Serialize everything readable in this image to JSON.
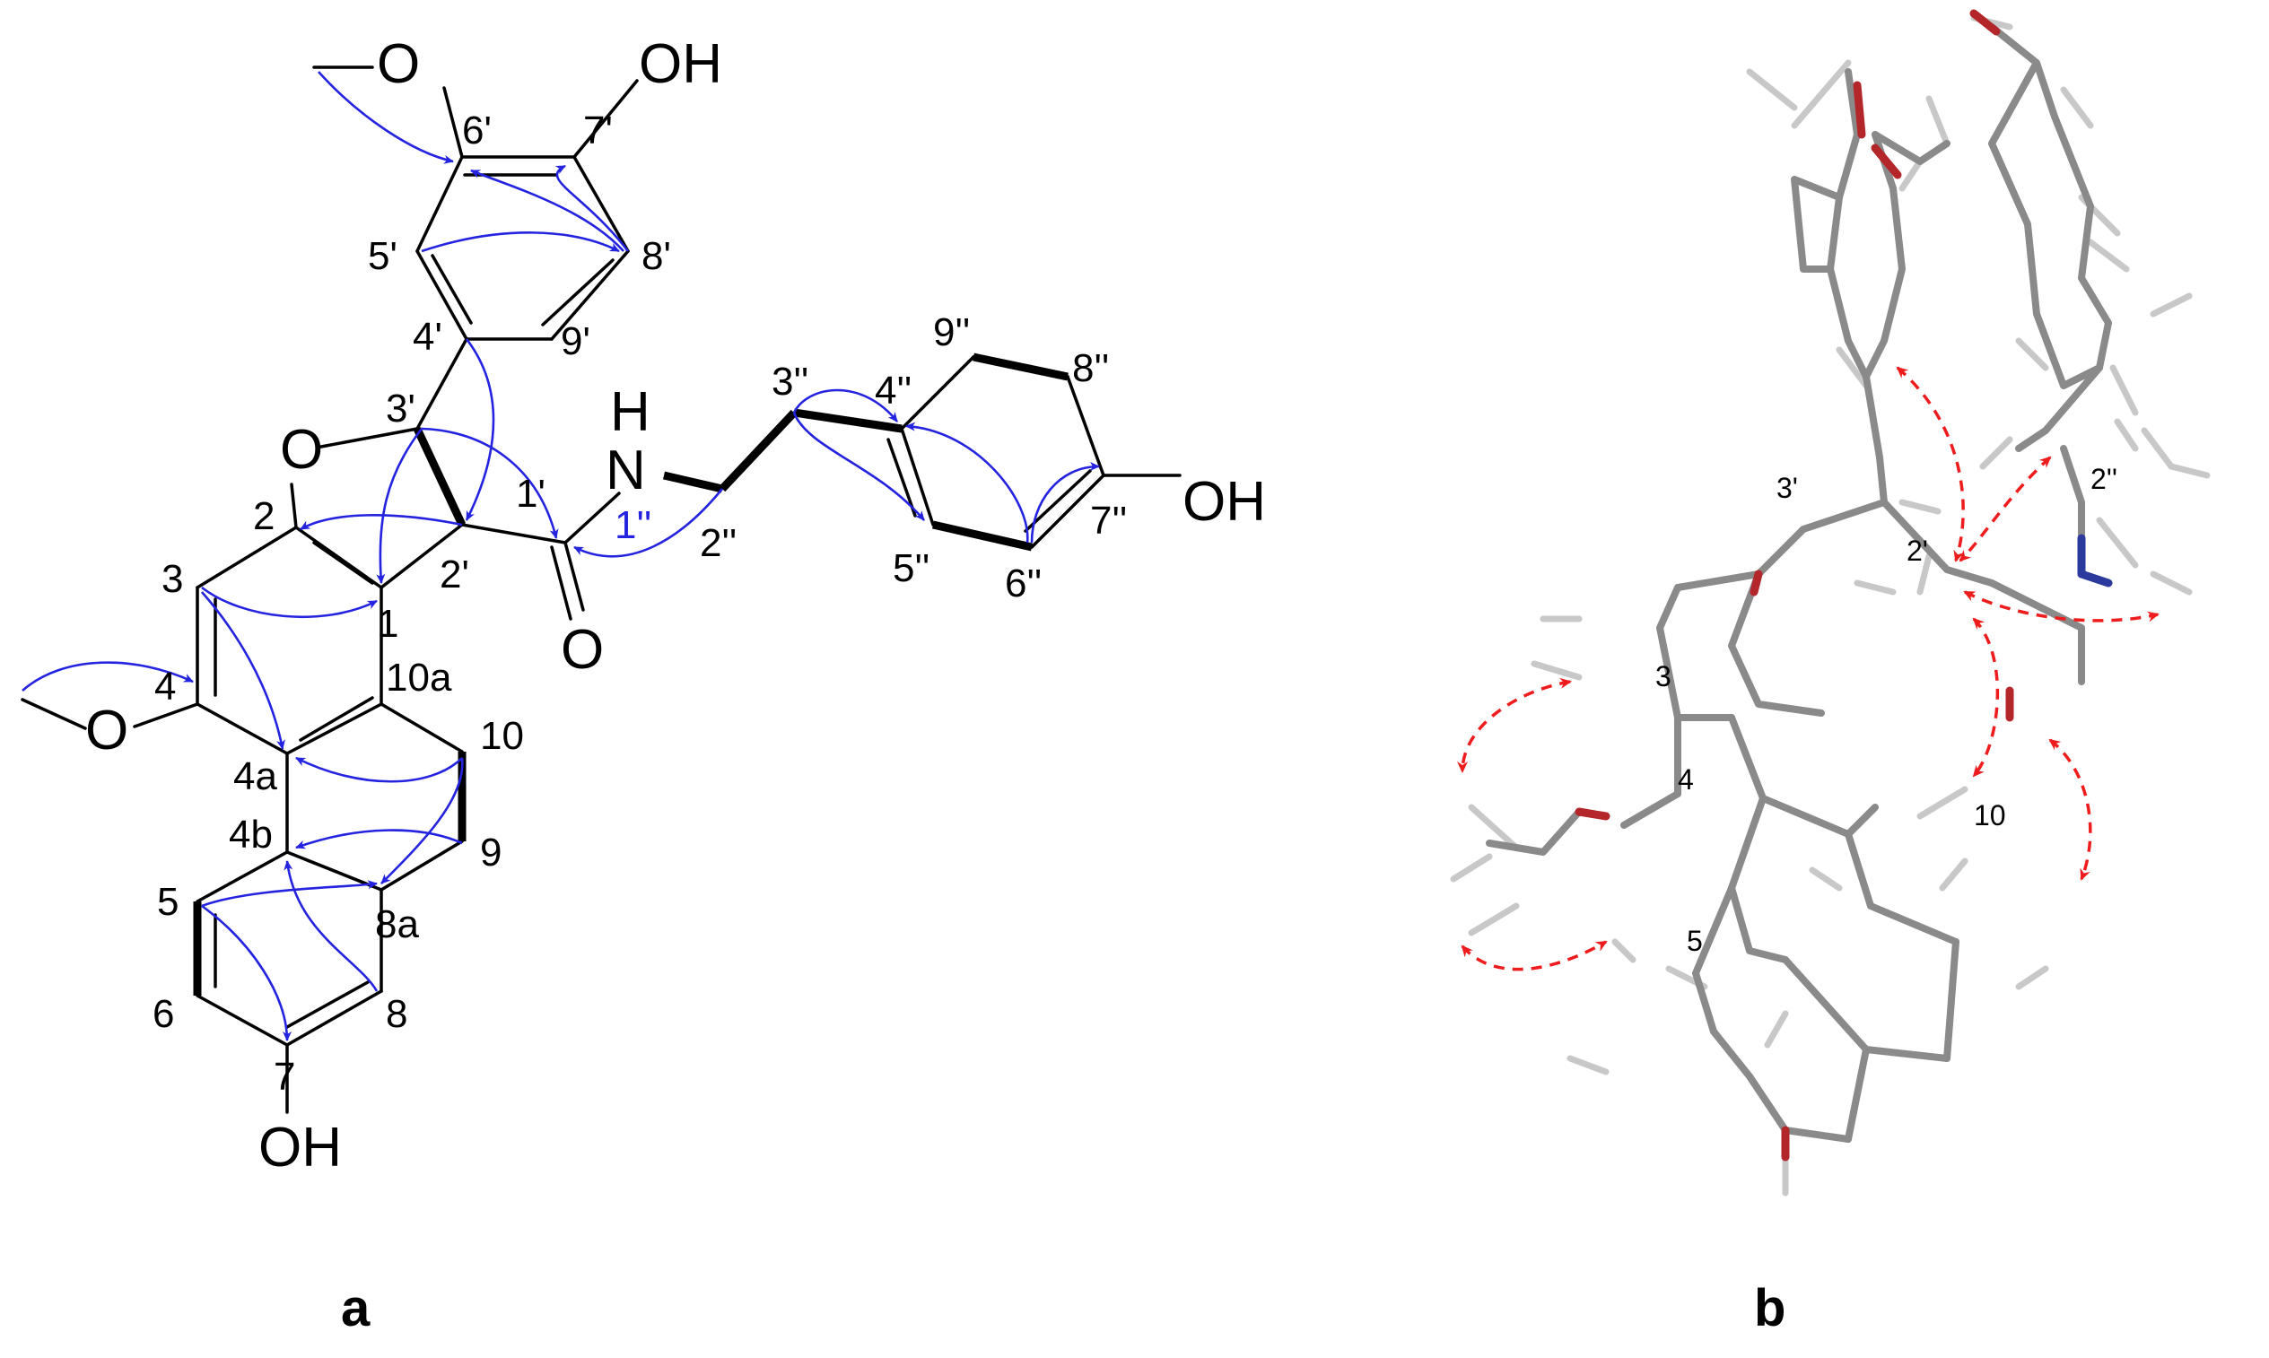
{
  "panel_a": {
    "label": "a",
    "atoms": {
      "oh_top": "OH",
      "o_methoxy_top": "O",
      "c6p": "6'",
      "c7p": "7'",
      "c5p": "5'",
      "c8p": "8'",
      "c4p": "4'",
      "c9p": "9'",
      "c3p": "3'",
      "o_ring": "O",
      "c2": "2",
      "c1": "1",
      "c2p": "2'",
      "c1p": "1'",
      "c3": "3",
      "c4": "4",
      "o_methoxy_left": "O",
      "c10a": "10a",
      "c4a": "4a",
      "c10": "10",
      "c4b": "4b",
      "c9": "9",
      "c5": "5",
      "c8a": "8a",
      "c6": "6",
      "c8": "8",
      "c7": "7",
      "oh_bottom": "OH",
      "h_amide": "H",
      "n_amide": "N",
      "n1pp": "1''",
      "o_carbonyl": "O",
      "c2pp": "2''",
      "c3pp": "3''",
      "c4pp": "4''",
      "c9pp": "9''",
      "c8pp": "8''",
      "c7pp": "7''",
      "oh_right": "OH",
      "c5pp": "5''",
      "c6pp": "6''"
    },
    "colors": {
      "bond": "#000000",
      "hmbc_arrow": "#2323e0",
      "n1pp_label": "#2323e0"
    }
  },
  "panel_b": {
    "label": "b",
    "atoms": {
      "c2pp": "2''",
      "c3p": "3'",
      "c2p": "2'",
      "c3": "3",
      "c4": "4",
      "c10": "10",
      "c5": "5"
    },
    "colors": {
      "carbon": "#8a8a8a",
      "hydrogen": "#c8c8c8",
      "oxygen": "#b3262a",
      "nitrogen": "#2b3a9c",
      "noesy_arrow": "#ee1c1c"
    }
  }
}
